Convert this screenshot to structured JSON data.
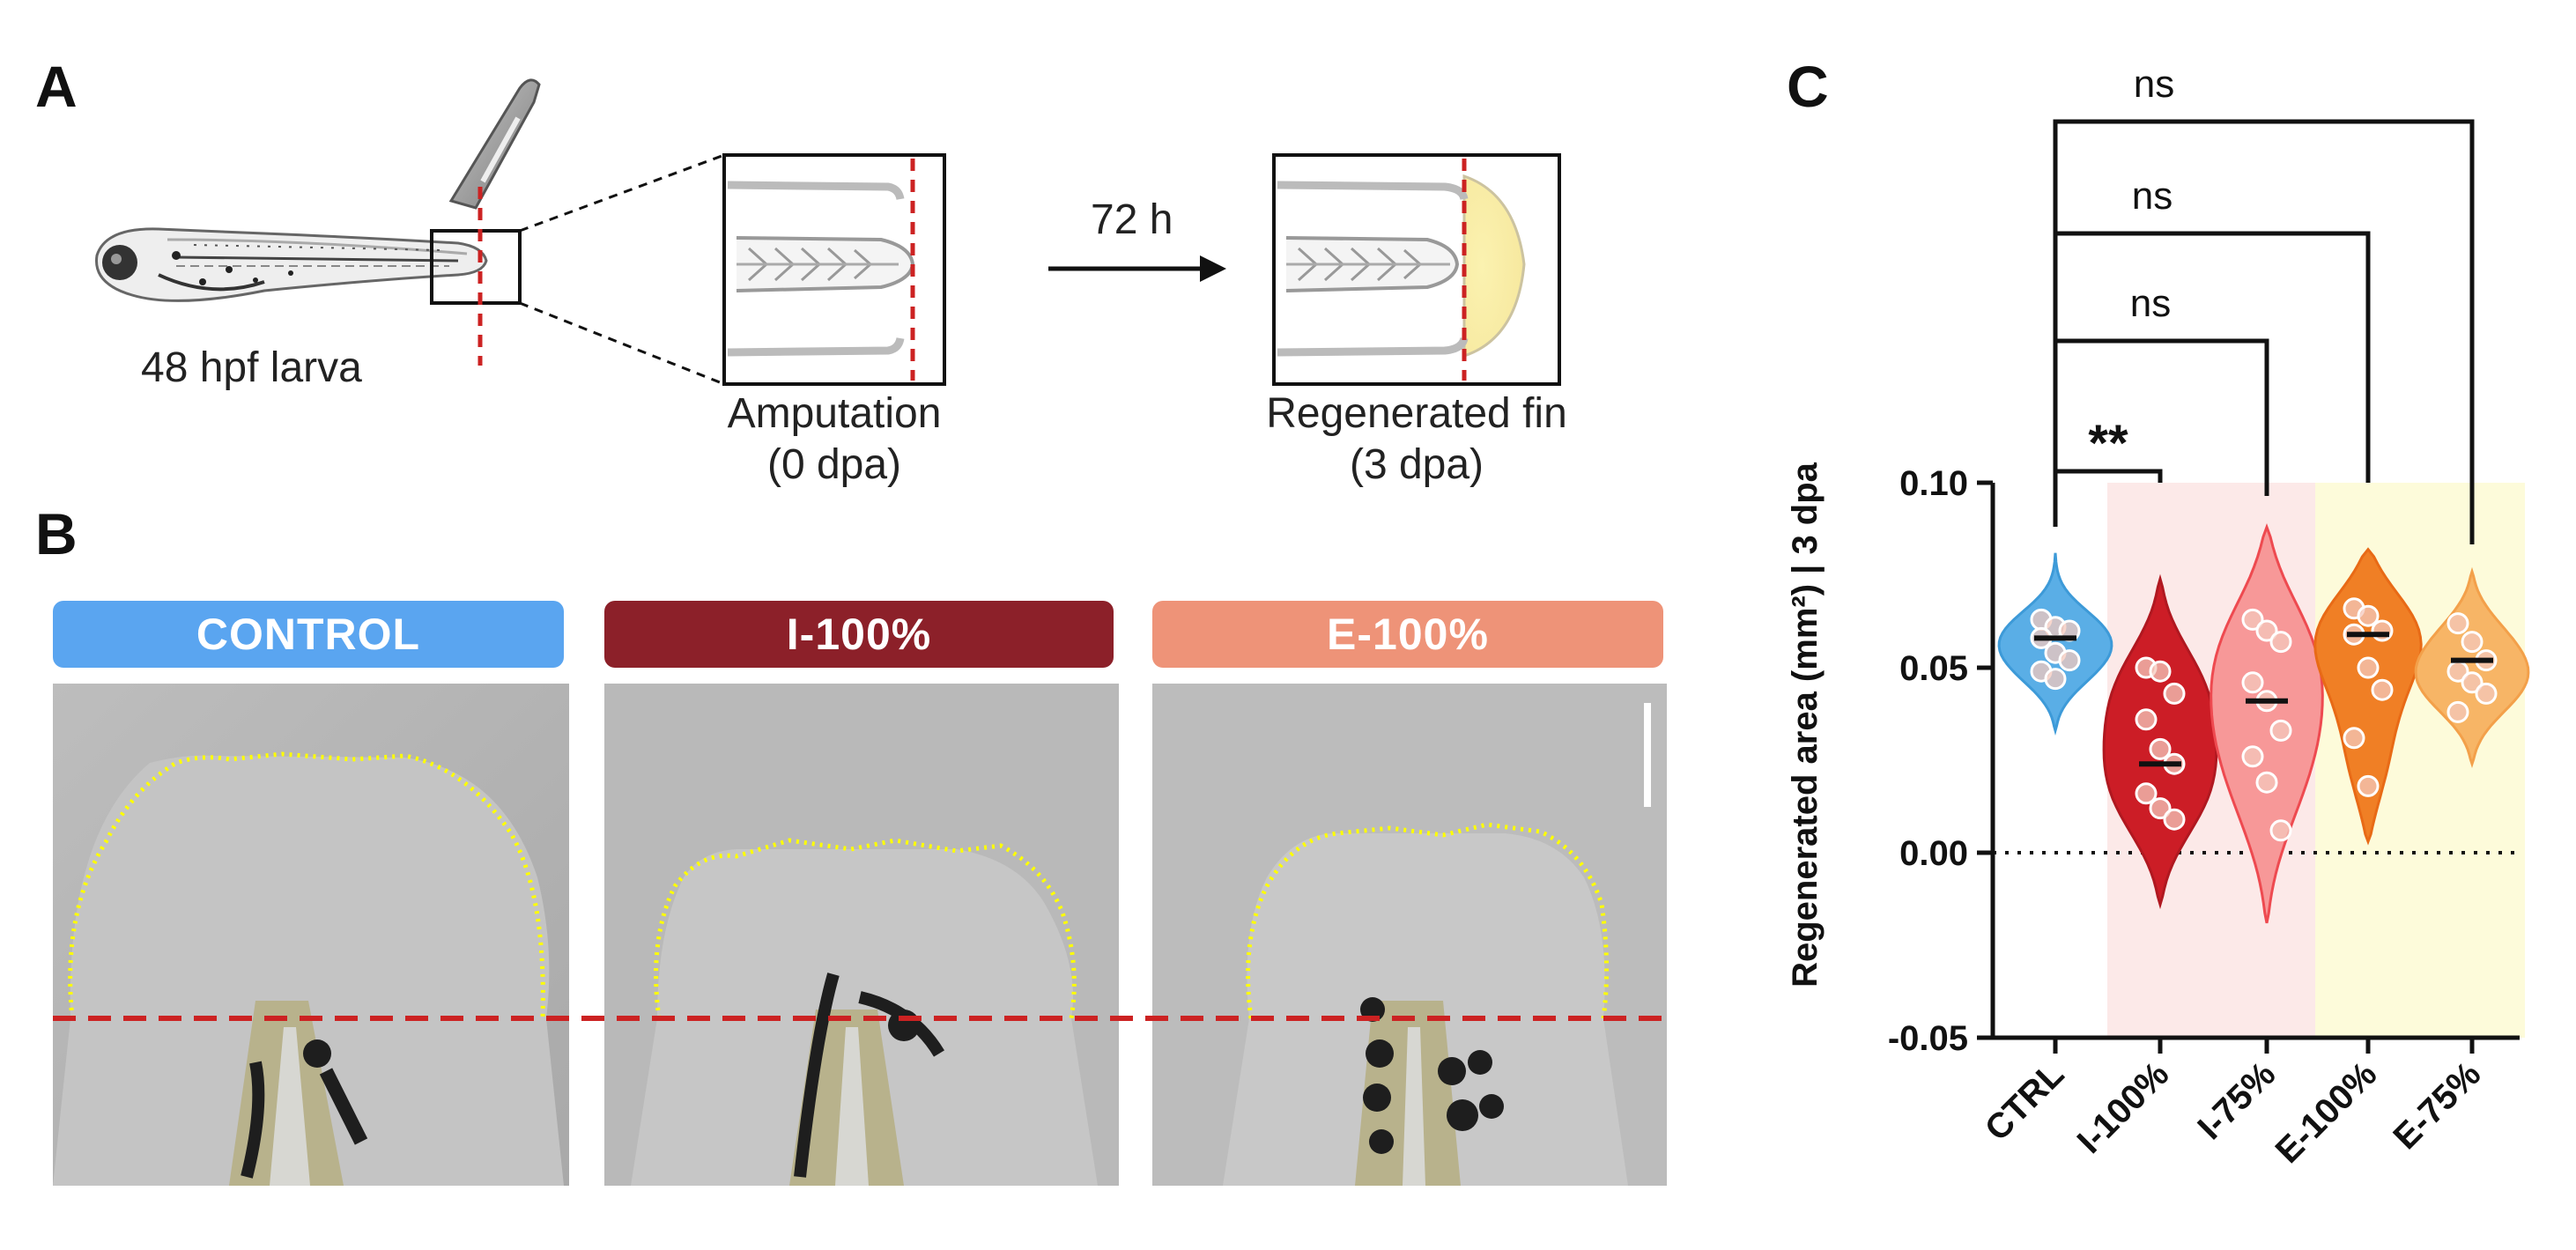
{
  "panels": {
    "a": "A",
    "b": "B",
    "c": "C"
  },
  "schematic": {
    "larva_label": "48 hpf larva",
    "amputation_line1": "Amputation",
    "amputation_line2": "(0 dpa)",
    "arrow_label": "72 h",
    "regenerated_line1": "Regenerated fin",
    "regenerated_line2": "(3 dpa)"
  },
  "micrographs": [
    {
      "label": "CONTROL",
      "color": "#5aa5f0"
    },
    {
      "label": "I-100%",
      "color": "#8c2029"
    },
    {
      "label": "E-100%",
      "color": "#ee9378"
    }
  ],
  "colors": {
    "amputation_line": "#cc2222",
    "outline": "#ffff00",
    "regenerated_tissue": "#fbf2b0"
  },
  "chart_data": {
    "type": "violin",
    "ylabel": "Regenerated area (mm²) | 3 dpa",
    "ylim": [
      -0.05,
      0.1
    ],
    "yticks": [
      -0.05,
      0.0,
      0.05,
      0.1
    ],
    "ytick_labels": [
      "-0.05",
      "0.00",
      "0.05",
      "0.10"
    ],
    "reference_line": 0.0,
    "categories": [
      "CTRL",
      "I-100%",
      "I-75%",
      "E-100%",
      "E-75%"
    ],
    "series": [
      {
        "name": "CTRL",
        "color": "#3d9ad8",
        "fill": "#5aaee6",
        "median": 0.058,
        "range": [
          0.033,
          0.081
        ],
        "points": [
          0.063,
          0.061,
          0.06,
          0.058,
          0.054,
          0.052,
          0.049,
          0.047
        ]
      },
      {
        "name": "I-100%",
        "color": "#b01820",
        "fill": "#cc1d26",
        "median": 0.024,
        "range": [
          -0.014,
          0.074
        ],
        "points": [
          0.05,
          0.049,
          0.043,
          0.036,
          0.028,
          0.024,
          0.016,
          0.012,
          0.009
        ]
      },
      {
        "name": "I-75%",
        "color": "#ee4a50",
        "fill": "#f79898",
        "median": 0.041,
        "range": [
          -0.019,
          0.088
        ],
        "points": [
          0.063,
          0.06,
          0.057,
          0.046,
          0.041,
          0.033,
          0.026,
          0.019,
          0.006
        ]
      },
      {
        "name": "E-100%",
        "color": "#e86a16",
        "fill": "#f07f25",
        "median": 0.059,
        "range": [
          0.003,
          0.082
        ],
        "points": [
          0.066,
          0.064,
          0.06,
          0.059,
          0.05,
          0.044,
          0.031,
          0.018
        ]
      },
      {
        "name": "E-75%",
        "color": "#f3a04a",
        "fill": "#f7b566",
        "median": 0.052,
        "range": [
          0.024,
          0.076
        ],
        "points": [
          0.062,
          0.057,
          0.052,
          0.049,
          0.046,
          0.043,
          0.038
        ]
      }
    ],
    "shaded_groups": [
      {
        "categories": [
          "I-100%",
          "I-75%"
        ],
        "color": "#fce9e8"
      },
      {
        "categories": [
          "E-100%",
          "E-75%"
        ],
        "color": "#fdfbda"
      }
    ],
    "comparisons": [
      {
        "from": "CTRL",
        "to": "I-100%",
        "label": "**"
      },
      {
        "from": "CTRL",
        "to": "I-75%",
        "label": "ns"
      },
      {
        "from": "CTRL",
        "to": "E-100%",
        "label": "ns"
      },
      {
        "from": "CTRL",
        "to": "E-75%",
        "label": "ns"
      }
    ]
  }
}
